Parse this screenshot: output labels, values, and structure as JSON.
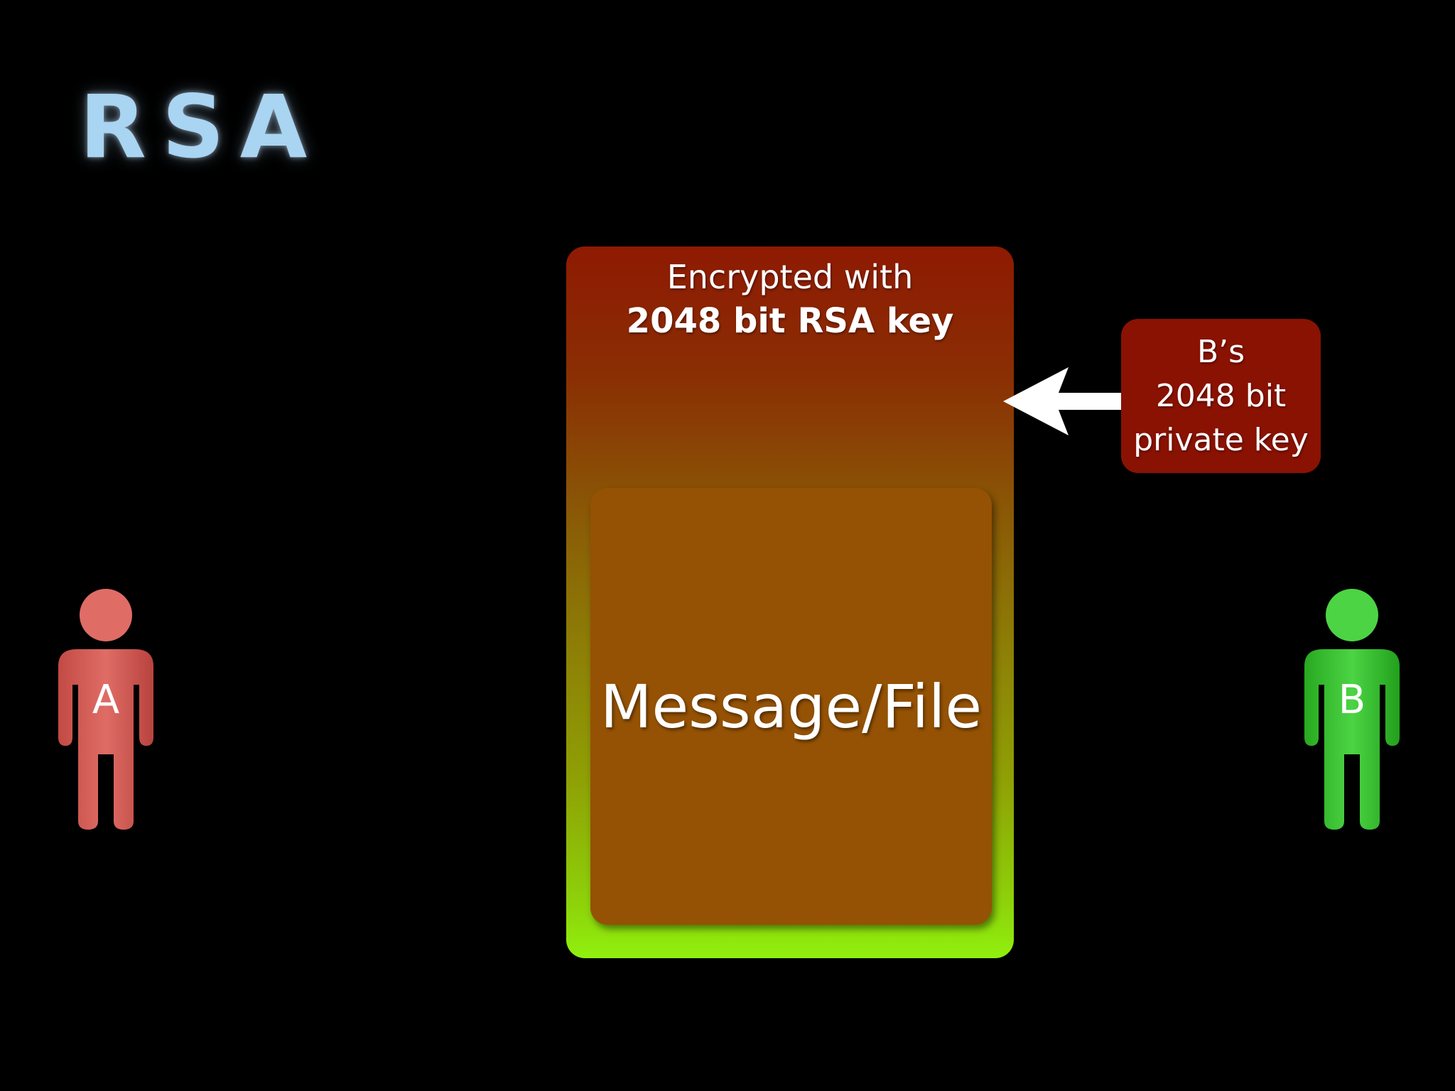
{
  "title": "RSA",
  "envelope": {
    "line1": "Encrypted with",
    "line2": "2048 bit RSA key"
  },
  "message": {
    "label": "Message/File"
  },
  "key_box": {
    "line1": "B’s",
    "line2": "2048 bit",
    "line3": "private key"
  },
  "people": {
    "a": {
      "label": "A",
      "color": "#d9605a"
    },
    "b": {
      "label": "B",
      "color": "#3cc832"
    }
  },
  "colors": {
    "background": "#000000",
    "title": "#a9d4f2",
    "envelope_top": "#8e1a02",
    "envelope_bottom": "#90f00e",
    "message_box": "#955204",
    "key_box": "#8a1202",
    "arrow": "#ffffff"
  },
  "icons": {
    "arrow": "arrow-left-icon",
    "person": "person-icon"
  }
}
